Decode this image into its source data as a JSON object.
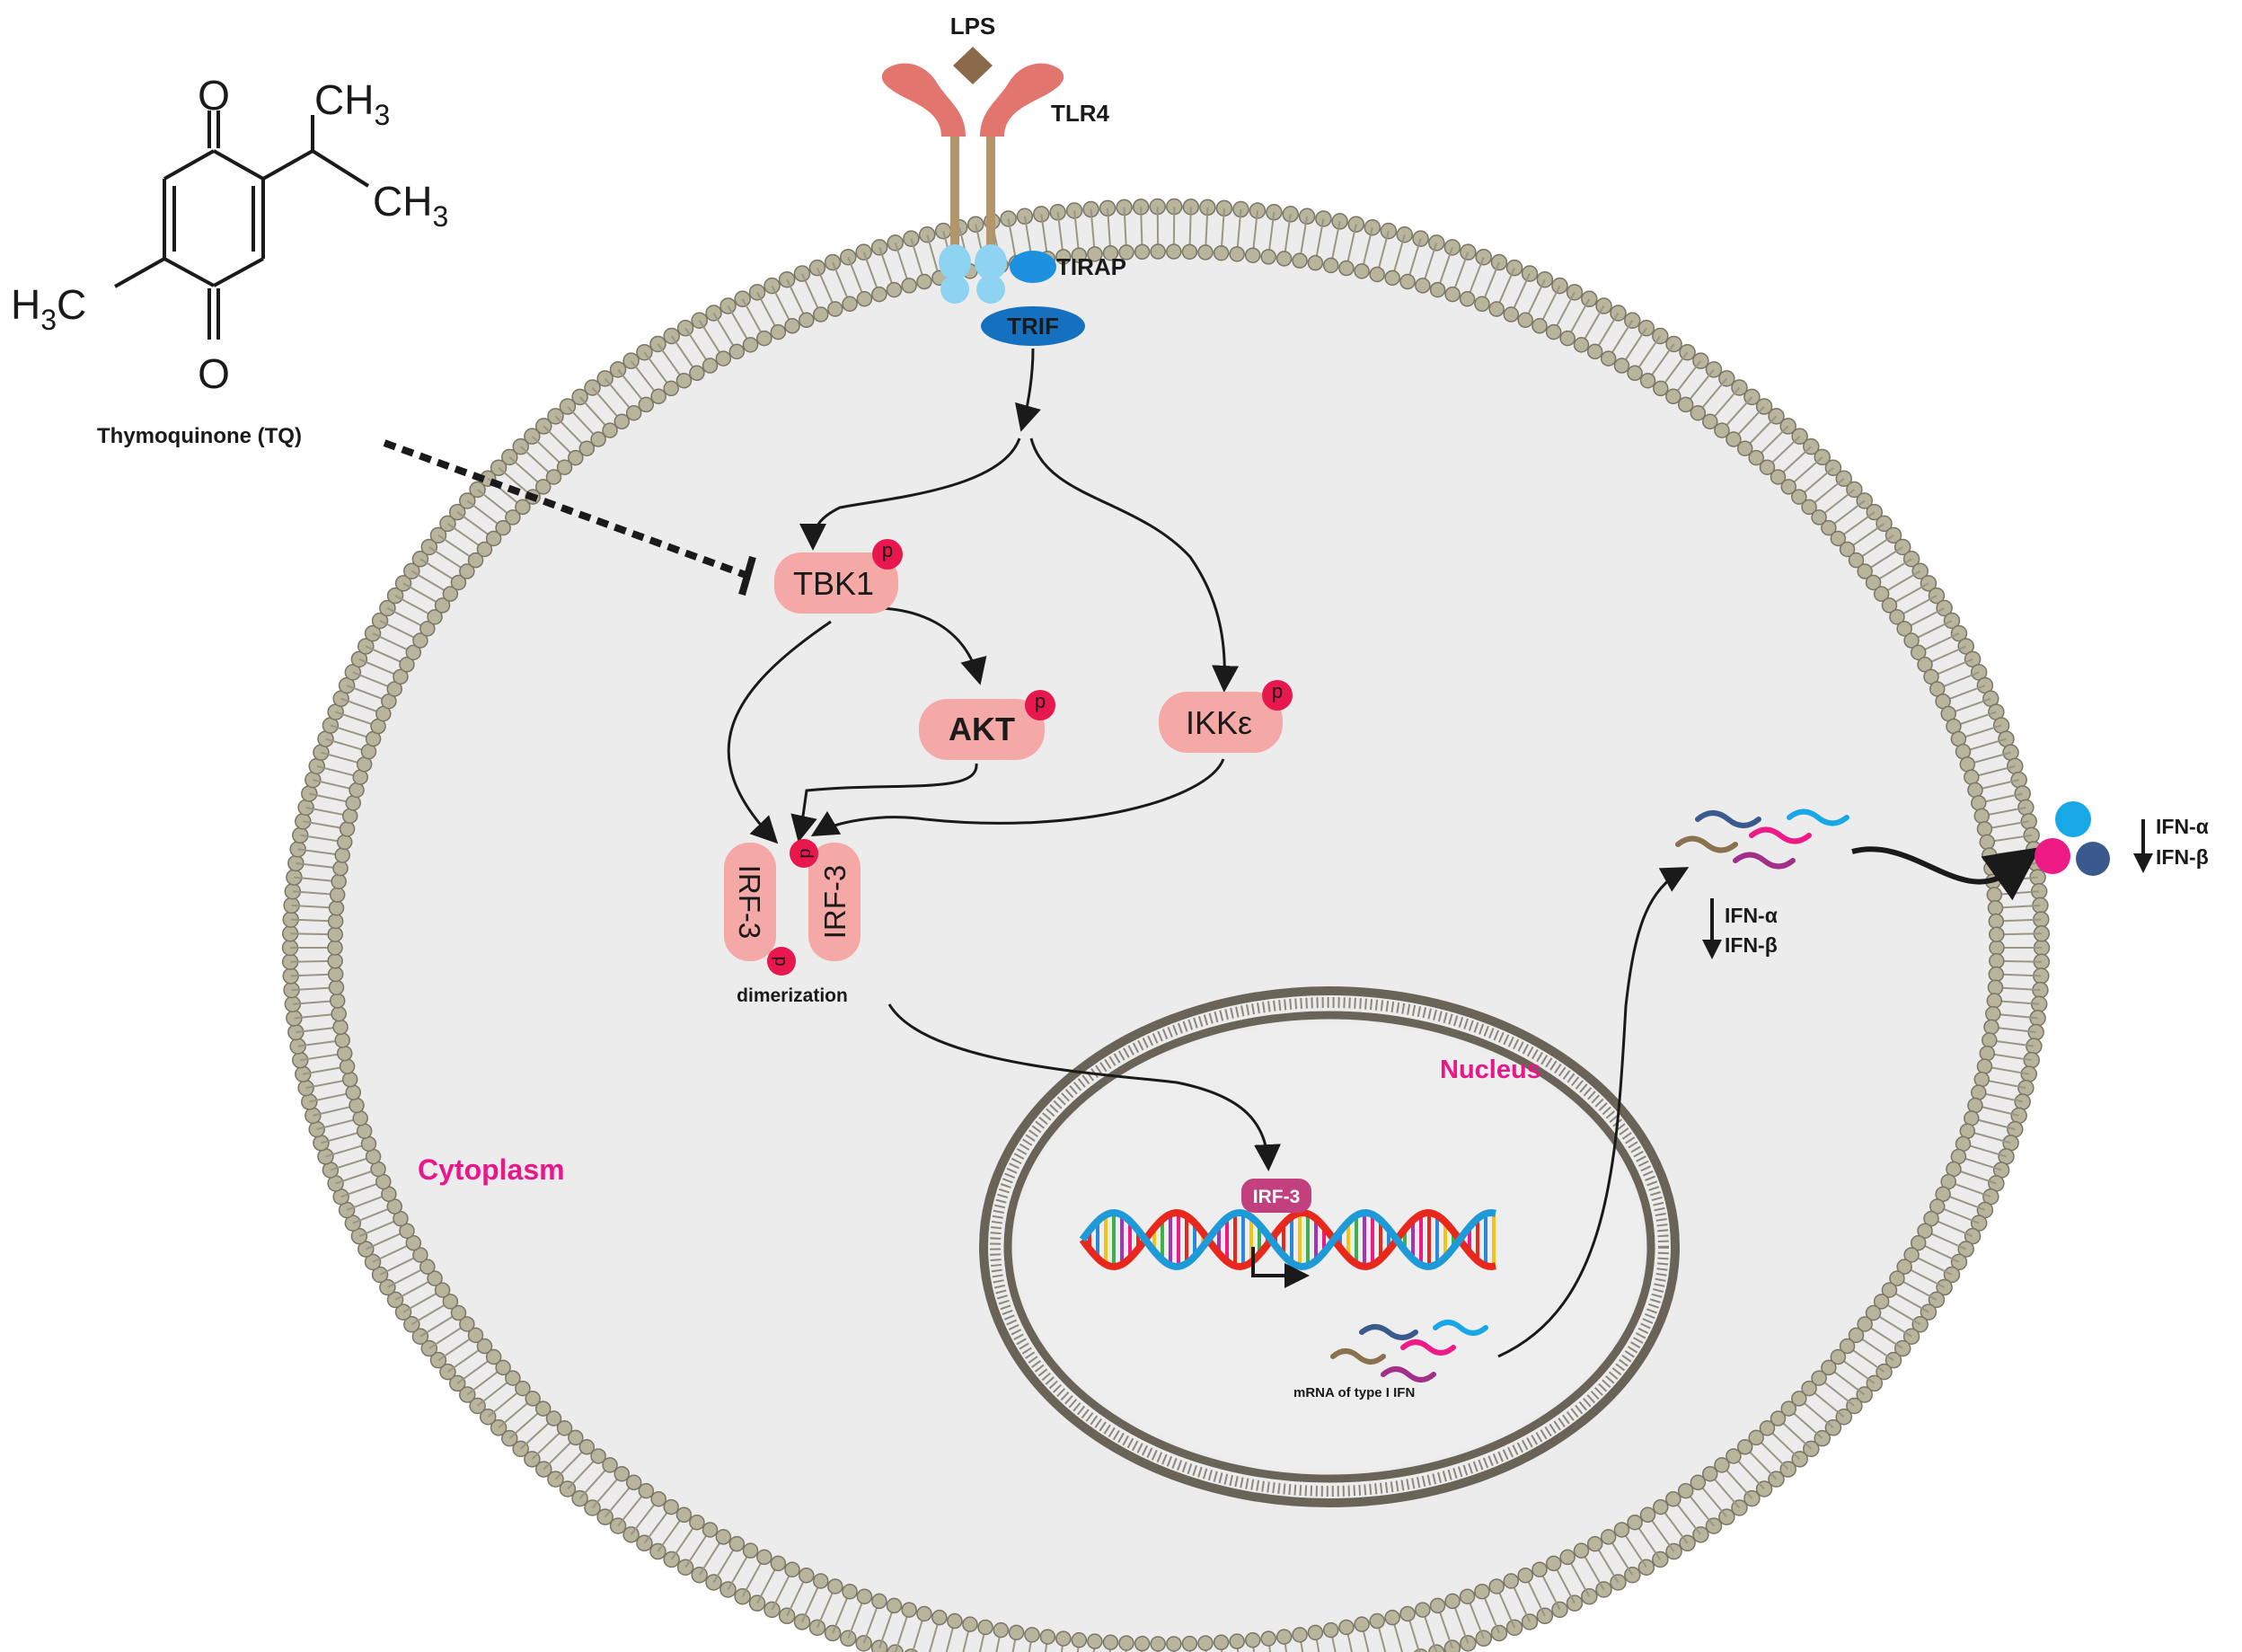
{
  "compound": {
    "caption": "Thymoquinone (TQ)",
    "atoms": {
      "o_top": "O",
      "o_bottom": "O",
      "ch3_a": "CH",
      "ch3_b": "CH",
      "h3c": "H",
      "sub3": "3",
      "c": "C"
    }
  },
  "receptor": {
    "ligand": "LPS",
    "name": "TLR4",
    "adaptor1": "TIRAP",
    "adaptor2": "TRIF"
  },
  "kinases": {
    "tbk1": "TBK1",
    "akt": "AKT",
    "ikk": "IKKε",
    "phospho": "p"
  },
  "irf3": {
    "left": "IRF-3",
    "right": "IRF-3",
    "caption": "dimerization"
  },
  "nucleus": {
    "label": "Nucleus",
    "bound_factor": "IRF-3",
    "mrna_caption": "mRNA of type I IFN"
  },
  "cytoplasm_label": "Cytoplasm",
  "ifn_inner": {
    "alpha": "IFN-α",
    "beta": "IFN-β"
  },
  "ifn_outer": {
    "alpha": "IFN-α",
    "beta": "IFN-β"
  },
  "colors": {
    "membrane_head": "#b9b49c",
    "membrane_stroke": "#7a7565",
    "cytoplasm": "#ececec",
    "kinase_fill": "#f5a9a6",
    "phospho": "#e8174e",
    "accent_magenta": "#e8178a",
    "tlr4": "#e2766e",
    "lps": "#8a6a4a",
    "tirap_blue": "#1e90e0",
    "trif_blue": "#1670c0",
    "light_blue": "#8fd3f2",
    "irf3_nuclear": "#c2407e",
    "ifn_cyan": "#18a8e8",
    "ifn_pink": "#ee1a86",
    "ifn_navy": "#3a5a8e"
  }
}
